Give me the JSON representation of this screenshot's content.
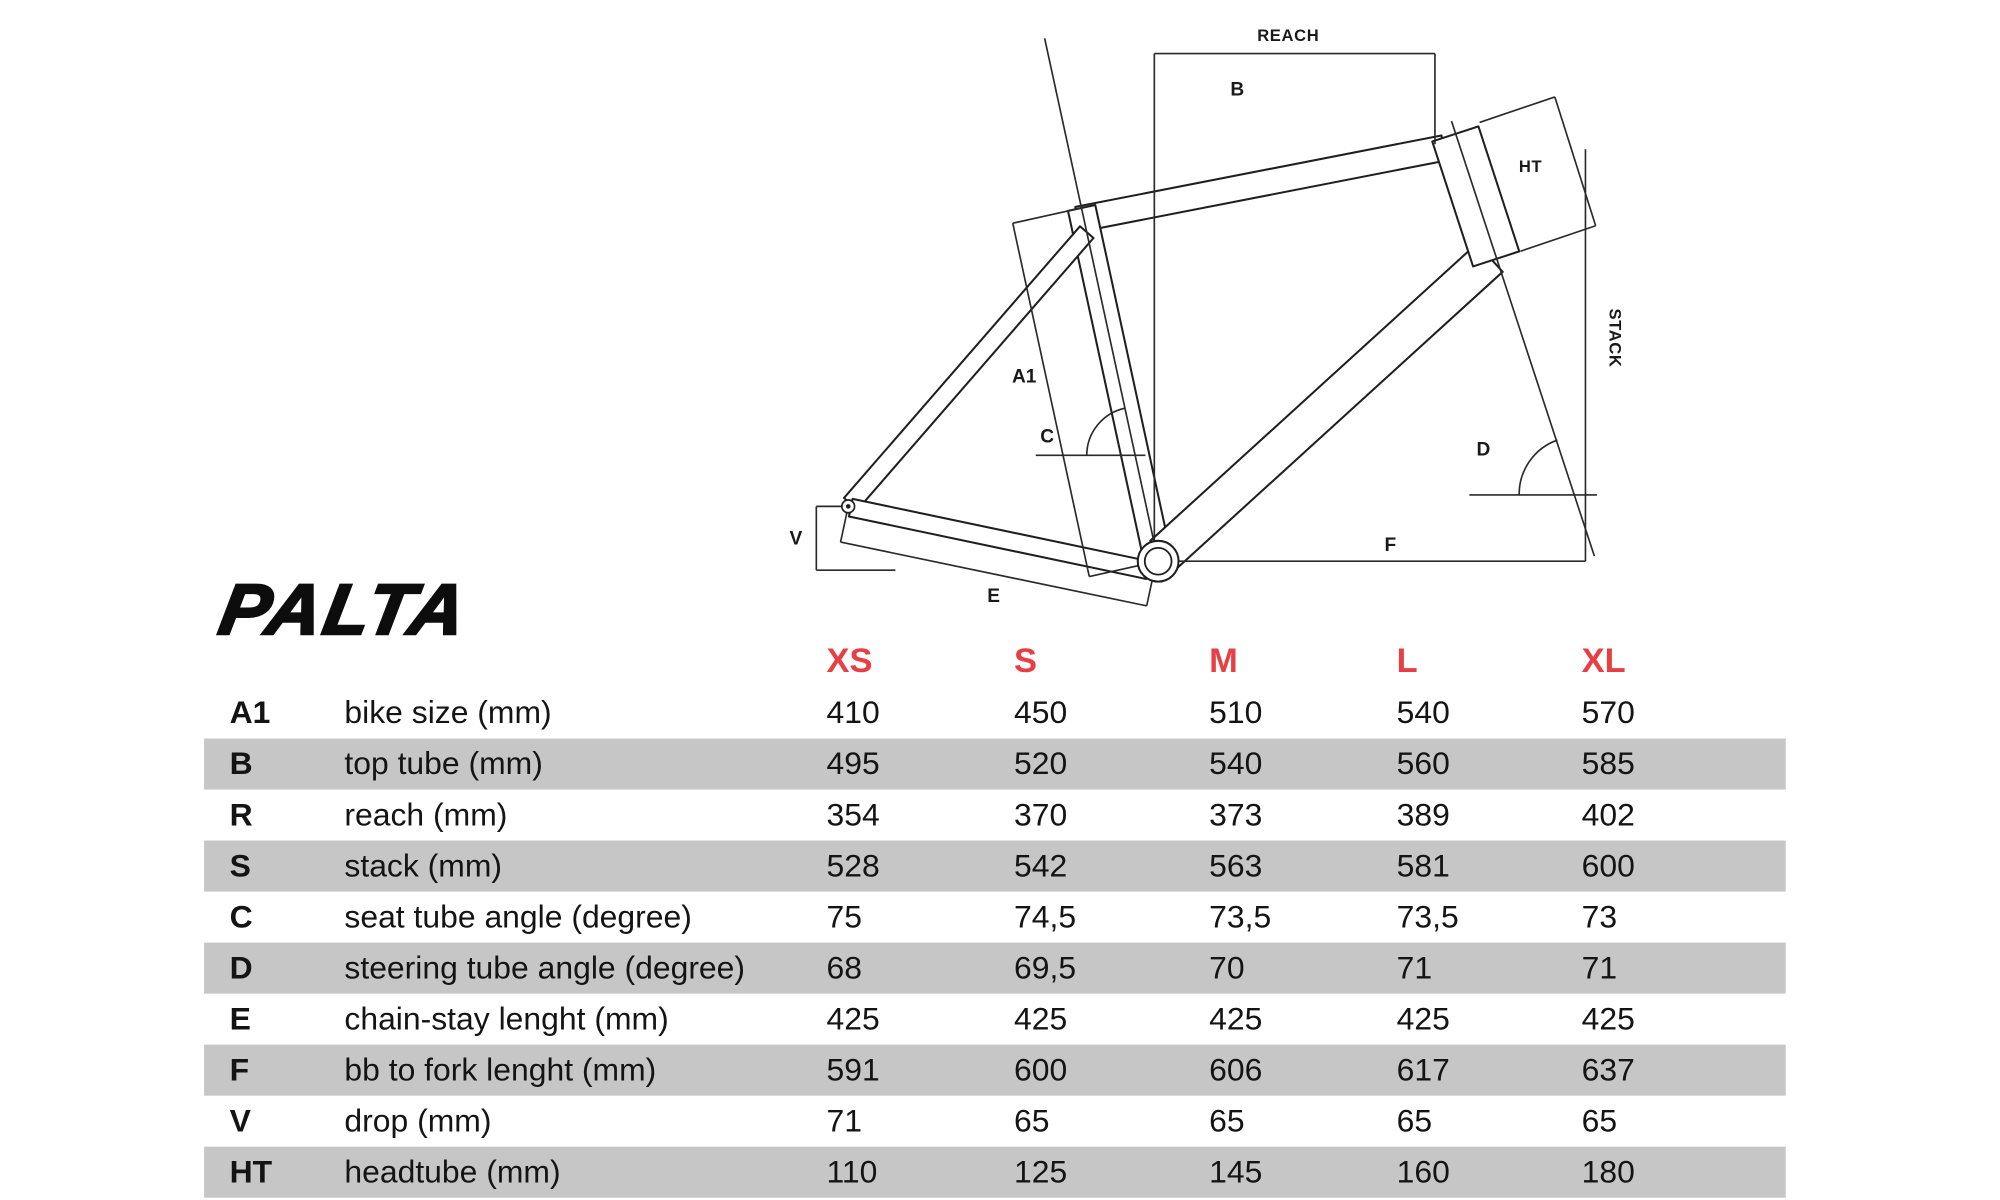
{
  "logo": {
    "text": "PALTA"
  },
  "colors": {
    "accent_red": "#e73f44",
    "row_gray": "#c6c6c6",
    "line_black": "#1f1f1f"
  },
  "diagram": {
    "labels": {
      "reach": "REACH",
      "b": "B",
      "ht": "HT",
      "stack": "STACK",
      "a1": "A1",
      "c": "C",
      "d": "D",
      "v": "V",
      "e": "E",
      "f": "F"
    }
  },
  "table": {
    "sizes": [
      "XS",
      "S",
      "M",
      "L",
      "XL"
    ],
    "rows": [
      {
        "code": "A1",
        "label": "bike size (mm)",
        "values": [
          "410",
          "450",
          "510",
          "540",
          "570"
        ]
      },
      {
        "code": "B",
        "label": "top tube (mm)",
        "values": [
          "495",
          "520",
          "540",
          "560",
          "585"
        ]
      },
      {
        "code": "R",
        "label": "reach (mm)",
        "values": [
          "354",
          "370",
          "373",
          "389",
          "402"
        ]
      },
      {
        "code": "S",
        "label": "stack (mm)",
        "values": [
          "528",
          "542",
          "563",
          "581",
          "600"
        ]
      },
      {
        "code": "C",
        "label": "seat tube angle (degree)",
        "values": [
          "75",
          "74,5",
          "73,5",
          "73,5",
          "73"
        ]
      },
      {
        "code": "D",
        "label": "steering tube angle (degree)",
        "values": [
          "68",
          "69,5",
          "70",
          "71",
          "71"
        ]
      },
      {
        "code": "E",
        "label": "chain-stay lenght (mm)",
        "values": [
          "425",
          "425",
          "425",
          "425",
          "425"
        ]
      },
      {
        "code": "F",
        "label": "bb to fork lenght (mm)",
        "values": [
          "591",
          "600",
          "606",
          "617",
          "637"
        ]
      },
      {
        "code": "V",
        "label": "drop (mm)",
        "values": [
          "71",
          "65",
          "65",
          "65",
          "65"
        ]
      },
      {
        "code": "HT",
        "label": "headtube (mm)",
        "values": [
          "110",
          "125",
          "145",
          "160",
          "180"
        ]
      }
    ]
  }
}
